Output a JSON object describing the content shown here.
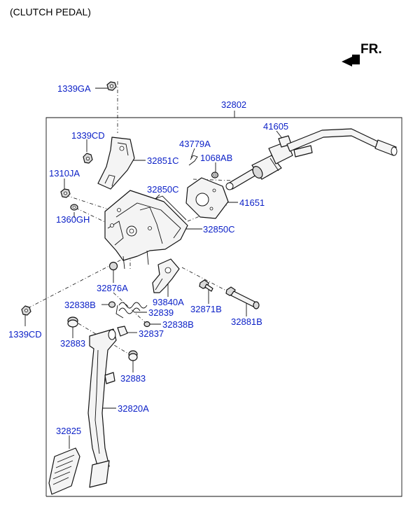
{
  "title": "(CLUTCH PEDAL)",
  "direction_label": "FR.",
  "parts": {
    "p1339GA": "1339GA",
    "p32802": "32802",
    "p1339CD_top": "1339CD",
    "p43779A": "43779A",
    "p41605": "41605",
    "p1068AB": "1068AB",
    "p32851C": "32851C",
    "p1310JA": "1310JA",
    "p32850C_top": "32850C",
    "p41651": "41651",
    "p1360GH": "1360GH",
    "p32850C_bottom": "32850C",
    "p32876A": "32876A",
    "p93840A": "93840A",
    "p32838B_left": "32838B",
    "p32839": "32839",
    "p32871B": "32871B",
    "p32881B": "32881B",
    "p32838B_right": "32838B",
    "p1339CD_bottom": "1339CD",
    "p32837": "32837",
    "p32883_left": "32883",
    "p32883_right": "32883",
    "p32820A": "32820A",
    "p32825": "32825"
  }
}
